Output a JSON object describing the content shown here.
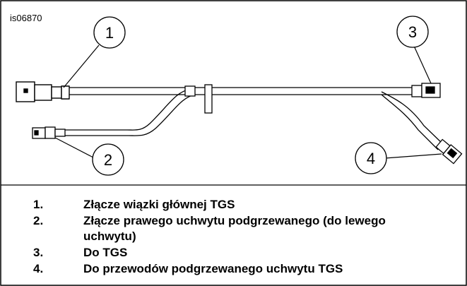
{
  "figure_id": "is06870",
  "callouts": [
    "1",
    "2",
    "3",
    "4"
  ],
  "legend": [
    {
      "num": "1.",
      "text": "Złącze wiązki głównej TGS"
    },
    {
      "num": "2.",
      "text": "Złącze prawego uchwytu podgrzewanego (do lewego",
      "text2": "uchwytu)"
    },
    {
      "num": "3.",
      "text": "Do TGS"
    },
    {
      "num": "4.",
      "text": "Do przewodów podgrzewanego uchwytu TGS"
    }
  ]
}
